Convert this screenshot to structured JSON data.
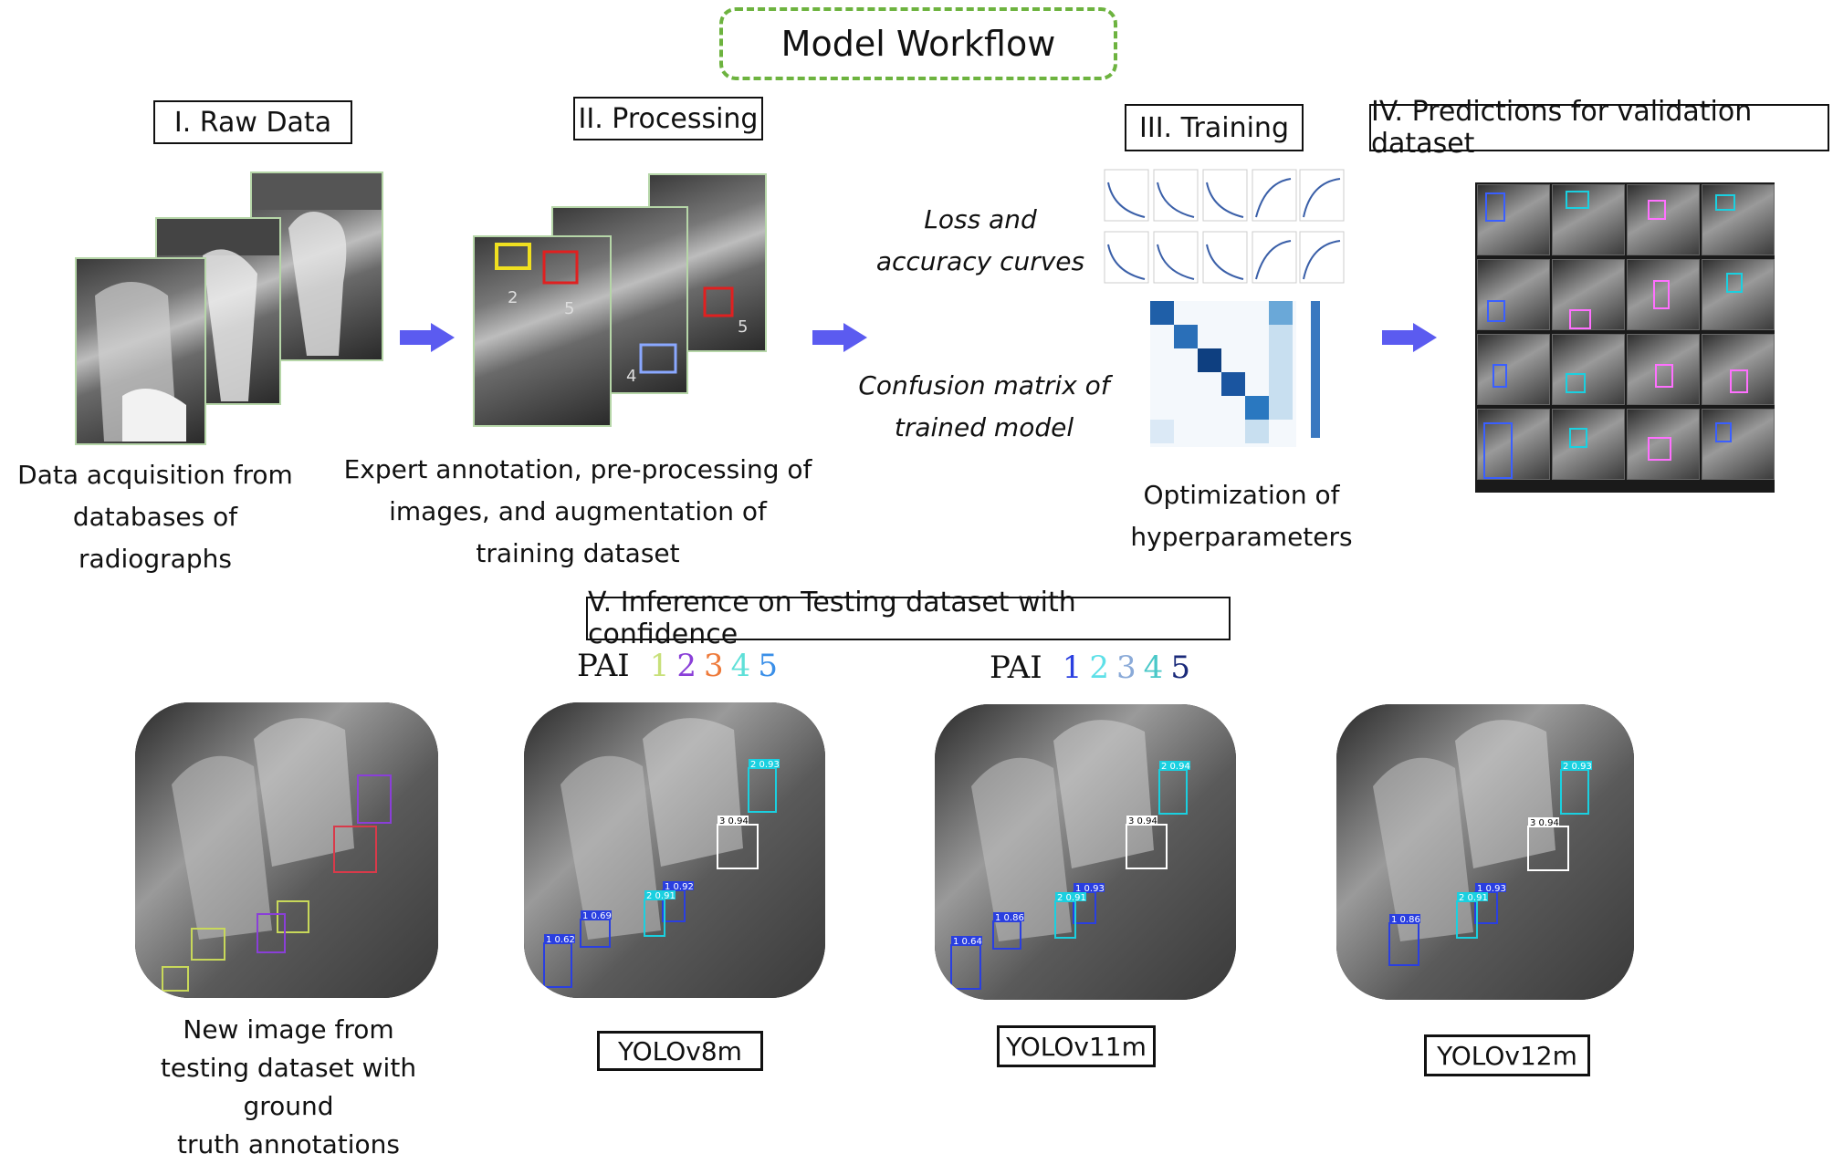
{
  "title": "Model Workflow",
  "steps": {
    "raw": {
      "label": "I. Raw Data",
      "caption_l1": "Data acquisition from",
      "caption_l2": "databases of radiographs"
    },
    "processing": {
      "label": "II. Processing",
      "caption_l1": "Expert annotation, pre-processing of",
      "caption_l2": "images, and augmentation of",
      "caption_l3": "training dataset",
      "box_numbers": [
        "2",
        "5",
        "4",
        "5"
      ]
    },
    "training": {
      "label": "III. Training",
      "caption_l1": "Optimization of",
      "caption_l2": "hyperparameters",
      "loss_l1": "Loss and",
      "loss_l2": "accuracy curves",
      "cm_l1": "Confusion matrix of",
      "cm_l2": "trained model"
    },
    "predictions": {
      "label": "IV. Predictions for validation dataset"
    },
    "inference": {
      "label": "V. Inference on Testing dataset with confidence"
    }
  },
  "legends": {
    "prefix": "PAI",
    "set1": [
      {
        "digit": "1",
        "color": "#c8e07a"
      },
      {
        "digit": "2",
        "color": "#8a3fd8"
      },
      {
        "digit": "3",
        "color": "#ee7a3a"
      },
      {
        "digit": "4",
        "color": "#5ee0d8"
      },
      {
        "digit": "5",
        "color": "#3a8fe8"
      }
    ],
    "set2": [
      {
        "digit": "1",
        "color": "#2a3fe0"
      },
      {
        "digit": "2",
        "color": "#5ee0e8"
      },
      {
        "digit": "3",
        "color": "#8aaad8"
      },
      {
        "digit": "4",
        "color": "#4ac8c8"
      },
      {
        "digit": "5",
        "color": "#1a2a7a"
      }
    ]
  },
  "ground_truth": {
    "caption_l1": "New image from",
    "caption_l2": "testing dataset with ground",
    "caption_l3": "truth annotations"
  },
  "models": [
    {
      "name": "YOLOv8m",
      "detections": [
        "2 0.93",
        "3 0.94",
        "1 0.92",
        "2 0.91",
        "1 0.69",
        "1 0.62"
      ]
    },
    {
      "name": "YOLOv11m",
      "detections": [
        "2 0.94",
        "3 0.94",
        "1 0.93",
        "2 0.91",
        "1 0.86",
        "1 0.64"
      ]
    },
    {
      "name": "YOLOv12m",
      "detections": [
        "2 0.93",
        "3 0.94",
        "1 0.93",
        "2 0.91",
        "1 0.86"
      ]
    }
  ],
  "colors": {
    "title_border": "#6db33f",
    "arrow": "#5b5bf0",
    "gt_yellow": "#c8d85a",
    "gt_purple": "#8a3fd8",
    "gt_red": "#d83a4a",
    "det_cyan": "#1ad0e0",
    "det_white": "#ffffff",
    "det_blue": "#2a3fe0"
  }
}
